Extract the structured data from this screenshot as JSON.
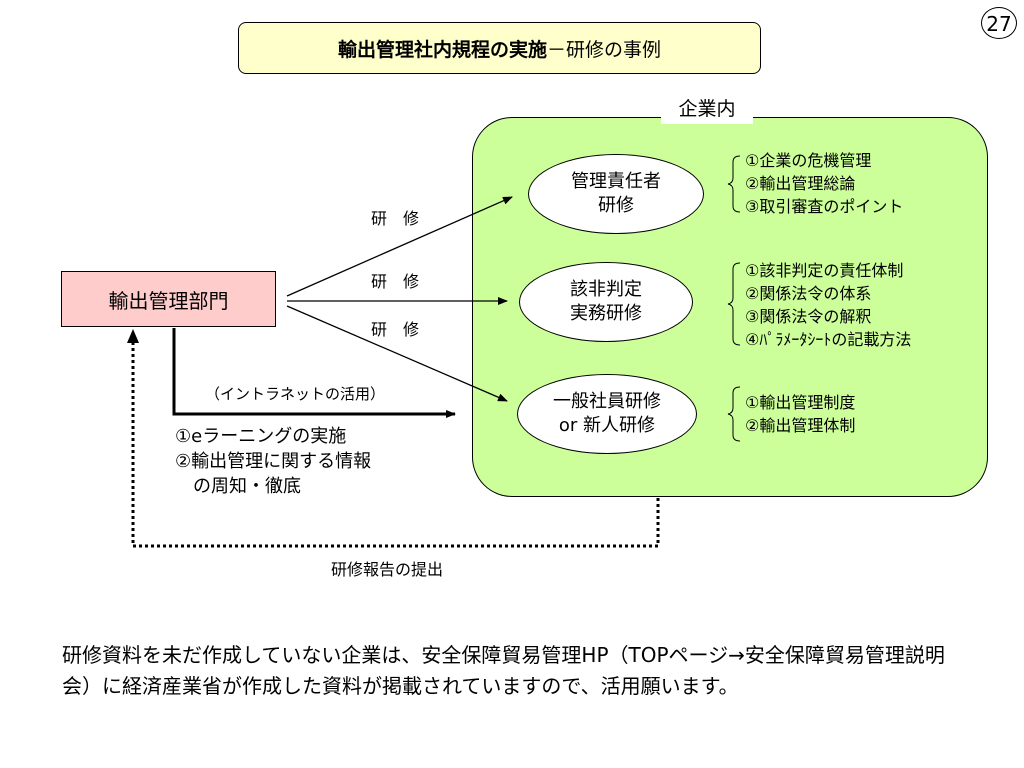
{
  "page_number": "27",
  "title": {
    "bold_part": "輸出管理社内規程の実施",
    "rest_part": "－研修の事例"
  },
  "company": {
    "label": "企業内",
    "ellipses": [
      {
        "line1": "管理責任者",
        "line2": "研修"
      },
      {
        "line1": "該非判定",
        "line2": "実務研修"
      },
      {
        "line1": "一般社員研修",
        "line2": "or 新人研修"
      }
    ],
    "lists": [
      [
        "①企業の危機管理",
        "②輸出管理総論",
        "③取引審査のポイント"
      ],
      [
        "①該非判定の責任体制",
        "②関係法令の体系",
        "③関係法令の解釈",
        "④ﾊﾟﾗﾒｰﾀｼｰﾄの記載方法"
      ],
      [
        "①輸出管理制度",
        "②輸出管理体制"
      ]
    ]
  },
  "department": "輸出管理部門",
  "arrow_labels": [
    "研　修",
    "研　修",
    "研　修"
  ],
  "intranet": {
    "label": "（イントラネットの活用）",
    "items": [
      "①eラーニングの実施",
      "②輸出管理に関する情報",
      "　の周知・徹底"
    ]
  },
  "report_label": "研修報告の提出",
  "note": "研修資料を未だ作成していない企業は、安全保障貿易管理HP（TOPページ→安全保障貿易管理説明会）に経済産業省が作成した資料が掲載されていますので、活用願います。"
}
